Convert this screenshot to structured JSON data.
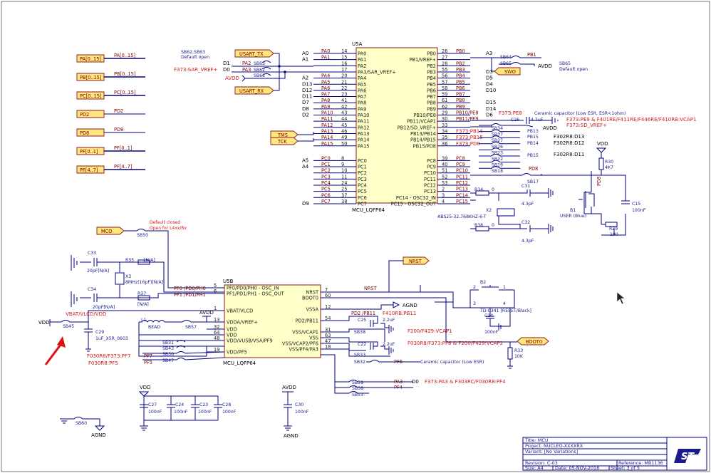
{
  "mcu_a": {
    "ref": "U5A",
    "part": "MCU_LQFP64",
    "left": [
      {
        "net": "PA0",
        "pin": "14",
        "label": "PA0",
        "ard": "A0"
      },
      {
        "net": "PA1",
        "pin": "15",
        "label": "PA1",
        "ard": "A1"
      },
      {
        "net": "",
        "pin": "16",
        "label": "PA2",
        "ard": ""
      },
      {
        "net": "",
        "pin": "17",
        "label": "PA3/SAR_VREF+",
        "ard": ""
      },
      {
        "net": "PA4",
        "pin": "20",
        "label": "PA4",
        "ard": "A2"
      },
      {
        "net": "PA5",
        "pin": "21",
        "label": "PA5",
        "ard": "D13"
      },
      {
        "net": "PA6",
        "pin": "22",
        "label": "PA6",
        "ard": "D12"
      },
      {
        "net": "PA7",
        "pin": "23",
        "label": "PA7",
        "ard": "D11"
      },
      {
        "net": "PA8",
        "pin": "41",
        "label": "PA8",
        "ard": "D7"
      },
      {
        "net": "PA9",
        "pin": "42",
        "label": "PA9",
        "ard": "D8"
      },
      {
        "net": "PA10",
        "pin": "43",
        "label": "PA10",
        "ard": "D2"
      },
      {
        "net": "PA11",
        "pin": "44",
        "label": "PA11",
        "ard": ""
      },
      {
        "net": "PA12",
        "pin": "45",
        "label": "PA12",
        "ard": ""
      },
      {
        "net": "PA13",
        "pin": "46",
        "label": "PA13",
        "ard": ""
      },
      {
        "net": "PA14",
        "pin": "49",
        "label": "PA14",
        "ard": ""
      },
      {
        "net": "PA15",
        "pin": "50",
        "label": "PA15",
        "ard": ""
      },
      {
        "net": "PC0",
        "pin": "8",
        "label": "PC0",
        "ard": "A5"
      },
      {
        "net": "PC1",
        "pin": "9",
        "label": "PC1",
        "ard": "A4"
      },
      {
        "net": "PC2",
        "pin": "10",
        "label": "PC2",
        "ard": ""
      },
      {
        "net": "PC3",
        "pin": "11",
        "label": "PC3",
        "ard": ""
      },
      {
        "net": "PC4",
        "pin": "24",
        "label": "PC4",
        "ard": ""
      },
      {
        "net": "PC5",
        "pin": "25",
        "label": "PC5",
        "ard": ""
      },
      {
        "net": "PC6",
        "pin": "37",
        "label": "PC6",
        "ard": ""
      },
      {
        "net": "PC7",
        "pin": "38",
        "label": "PC7",
        "ard": "D9"
      }
    ],
    "right": [
      {
        "label": "PB0",
        "pin": "26",
        "net": "PB0",
        "ard": "A3"
      },
      {
        "label": "PB1/VREF+",
        "pin": "27",
        "net": "",
        "ard": ""
      },
      {
        "label": "PB2",
        "pin": "28",
        "net": "PB2",
        "ard": ""
      },
      {
        "label": "PB3",
        "pin": "55",
        "net": "PB3",
        "ard": "D3"
      },
      {
        "label": "PB4",
        "pin": "56",
        "net": "PB4",
        "ard": "D5"
      },
      {
        "label": "PB5",
        "pin": "57",
        "net": "PB5",
        "ard": "D4"
      },
      {
        "label": "PB6",
        "pin": "58",
        "net": "PB6",
        "ard": "D10"
      },
      {
        "label": "PB7",
        "pin": "59",
        "net": "PB7",
        "ard": ""
      },
      {
        "label": "PB8",
        "pin": "61",
        "net": "PB8",
        "ard": "D15"
      },
      {
        "label": "PB9",
        "pin": "62",
        "net": "PB9",
        "ard": "D14"
      },
      {
        "label": "PB10/PE8",
        "pin": "29",
        "net": "PB10/PE8",
        "ard": "D6"
      },
      {
        "label": "PB11/VCAP1",
        "pin": "30",
        "net": "PB11/PE9",
        "ard": ""
      },
      {
        "label": "PB12/SD_VREF+",
        "pin": "33",
        "net": "",
        "ard": ""
      },
      {
        "label": "PB13/PB14",
        "pin": "34",
        "net": "F373:PB14",
        "ard": ""
      },
      {
        "label": "PB14/PB15",
        "pin": "35",
        "net": "F373:PB15",
        "ard": ""
      },
      {
        "label": "PB15/PD8",
        "pin": "36",
        "net": "F373:PD8",
        "ard": ""
      },
      {
        "label": "PC8",
        "pin": "39",
        "net": "PC8",
        "ard": ""
      },
      {
        "label": "PC9",
        "pin": "40",
        "net": "PC9",
        "ard": ""
      },
      {
        "label": "PC10",
        "pin": "51",
        "net": "PC10",
        "ard": ""
      },
      {
        "label": "PC11",
        "pin": "52",
        "net": "PC11",
        "ard": ""
      },
      {
        "label": "PC12",
        "pin": "53",
        "net": "PC12",
        "ard": ""
      },
      {
        "label": "PC13",
        "pin": "2",
        "net": "PC13",
        "ard": ""
      },
      {
        "label": "PC14 - OSC32_IN",
        "pin": "3",
        "net": "PC14",
        "ard": ""
      },
      {
        "label": "PC15 - OSC32_OUT",
        "pin": "4",
        "net": "PC15",
        "ard": ""
      }
    ]
  },
  "mcu_b": {
    "ref": "U5B",
    "part": "MCU_LQFP64",
    "left": [
      {
        "label": "PF0/PD0/PH0 - OSC_IN",
        "pin": "5",
        "net": "PF0 /PD0/PH0"
      },
      {
        "label": "PF1/PD1/PH1 - OSC_OUT",
        "pin": "6",
        "net": "PF1 /PD1/PH1"
      },
      {
        "label": "VBAT/VLCD",
        "pin": "1",
        "net": ""
      },
      {
        "label": "VDDA/VREF+",
        "pin": "13",
        "net": ""
      },
      {
        "label": "VDD",
        "pin": "32",
        "net": ""
      },
      {
        "label": "VDD",
        "pin": "64",
        "net": ""
      },
      {
        "label": "VDD/VUSB/VSA/PF9",
        "pin": "48",
        "net": ""
      },
      {
        "label": "VDD/PF5",
        "pin": "19",
        "net": ""
      }
    ],
    "right": [
      {
        "label": "NRST",
        "pin": "7"
      },
      {
        "label": "BOOT0",
        "pin": "60"
      },
      {
        "label": "VSSA",
        "pin": "12"
      },
      {
        "label": "PD2/PB11",
        "pin": "54"
      },
      {
        "label": "VSS/VCAP1",
        "pin": "31"
      },
      {
        "label": "VSS",
        "pin": "63"
      },
      {
        "label": "VSS/VCAP2/PF6",
        "pin": "47"
      },
      {
        "label": "VSS/PF4/PA3",
        "pin": "18"
      }
    ]
  },
  "ports": [
    {
      "label": "PA[0..15]",
      "net": "PA[0..15]"
    },
    {
      "label": "PB[0..15]",
      "net": "PB[0..15]"
    },
    {
      "label": "PC[0..15]",
      "net": "PC[0..15]"
    },
    {
      "label": "PD2",
      "net": "PD2"
    },
    {
      "label": "PD8",
      "net": "PD8"
    },
    {
      "label": "PF[0..1]",
      "net": "PF[0..1]"
    },
    {
      "label": "PF[4..7]",
      "net": "PF[4..7]"
    }
  ],
  "offsheet": {
    "usart_tx": "USART_TX",
    "usart_rx": "USART_RX",
    "tms": "TMS",
    "tck": "TCK",
    "swo": "SWO",
    "mco": "MCO",
    "nrst": "NRST",
    "boot0": "BOOT0"
  },
  "labels": {
    "sb62_63": "SB62,SB63",
    "default_open": "Default open",
    "sb65": "SB65",
    "default_open2": "Default open",
    "d1": "D1",
    "d0": "D0",
    "f373_sar": "F373:SAR_VREF+",
    "avdd": "AVDD",
    "pa2": "PA2",
    "pa3": "PA3",
    "sb63": "SB63",
    "sb62": "SB62",
    "sb61": "SB61",
    "sb64": "SB64",
    "sb65b": "SB65",
    "pb1": "PB1",
    "avdd_r": "AVDD",
    "f373_pe8": "F373:PE8",
    "ceramic1": "Ceramic capacitor (Low ESR, ESR<1ohm)",
    "c26": "C26",
    "c26v": "4.7uF",
    "f373_pe9": "F373:PE9 & F401RE/F411RE/F446RE/F410RB:VCAP1",
    "f373_sd": "F373:SD_VREF+",
    "sb34": "SB34",
    "sb37": "SB37",
    "sb27": "SB27",
    "sb26": "SB26",
    "sb23": "SB23",
    "sb22": "SB22",
    "sb19": "SB19",
    "sb18": "SB18",
    "avdd2": "AVDD",
    "pb13": "PB13",
    "pb15": "PB15",
    "pb14": "PB14",
    "pb15b": "PB15",
    "f302_d13": "F302R8:D13",
    "f302_d12": "F302R8:D12",
    "f302_d11": "F302R8:D11",
    "pd8": "PD8",
    "sb17": "SB17",
    "vdd_r": "VDD",
    "r30": "R30",
    "r30v": "4K7",
    "r34": "R34",
    "r34v": "0",
    "r36": "R36",
    "r36v": "0",
    "c31": "C31",
    "c31v": "4.3pF",
    "c32": "C32",
    "c32v": "4.3pF",
    "x2": "X2",
    "x2v": "ABS25-32.768KHZ-6-T",
    "b1": "B1",
    "b1v": "USER (Blue)",
    "r29": "R29",
    "r29v": "100",
    "c15": "C15",
    "c15v": "100nF",
    "default_closed": "Default closed",
    "open_l4": "Open for L4xx/Rx",
    "sb50": "SB50",
    "c33": "C33",
    "c33v": "20pF[N/A]",
    "r35": "R35",
    "r35v": "[N/A]",
    "x3": "X3",
    "x3v": "8MHz(16pF)[N/A]",
    "c34": "C34",
    "c34v": "20pF[N/A]",
    "r37": "R37",
    "r37v": "[N/A]",
    "vbat": "VBAT/VLCD/VDD",
    "vdd_l": "VDD",
    "sb45": "SB45",
    "c29": "C29",
    "c29v": "1uF_X5R_0603",
    "l1": "L1",
    "bead": "BEAD",
    "sb57": "SB57",
    "avdd3": "AVDD",
    "sb31": "SB31",
    "sb43": "SB43",
    "sb30": "SB30",
    "sb47": "SB47",
    "f030_pf7": "F030R8/F373:PF7",
    "f030_pf5": "F030R8:PF5",
    "pf7": "PF7",
    "pf5": "PF5",
    "agnd": "AGND",
    "pd2": "PD2",
    "pb11": "/PB11",
    "f410_pb11": "F410RB:PB11",
    "c25": "C25",
    "c25v": "2.2uF",
    "sb38": "SB38",
    "sb33": "SB33",
    "sb32": "SB32",
    "c22": "C22",
    "c22v": "2.2uF",
    "f200_vcap1": "F200/F429:VCAP1",
    "f030_pf6": "F030R8/F373:PF6 & F200/F429:VCAP2",
    "pf6": "PF6",
    "ceramic2": "Ceramic capacitor (Low ESR)",
    "b2": "B2",
    "b2v": "TD-0341 [RESET/Black]",
    "c14": "C14",
    "c14v": "100nF",
    "r33": "R33",
    "r33v": "10K",
    "sb59": "SB59",
    "sb58": "SB58",
    "sb53": "SB53",
    "pa3b": "PA3",
    "pf4": "PF4",
    "d0b": "D0",
    "f373_pa3": "F373:PA3 & F303RC/F030R8:PF4",
    "vdd_b": "VDD",
    "c27": "C27",
    "c24": "C24",
    "c23": "C23",
    "c28": "C28",
    "c27v": "100nF",
    "c24v": "100nF",
    "c23v": "100nF",
    "c28v": "100nF",
    "avdd_b": "AVDD",
    "c30": "C30",
    "c30v": "100nF",
    "sb60": "SB60",
    "agnd2": "AGND",
    "agnd3": "AGND"
  },
  "title_block": {
    "title": "Title: MCU",
    "project": "Project: NUCLEO-XXXXRX",
    "variant": "Variant: [No Variations]",
    "revision": "Revision: C-03",
    "reference": "Reference: MB1136",
    "size": "Size: A4",
    "date": "Date: 05-NOV-2018",
    "sheet": "Sheet: 3   of 5",
    "logo": "ST"
  },
  "colors": {
    "wire": "#000080",
    "chip_fill": "#ffffc8",
    "chip_border": "#8b1a1a",
    "port_fill": "#ffe680",
    "red_note": "#d01818",
    "arrow": "#e01010"
  }
}
